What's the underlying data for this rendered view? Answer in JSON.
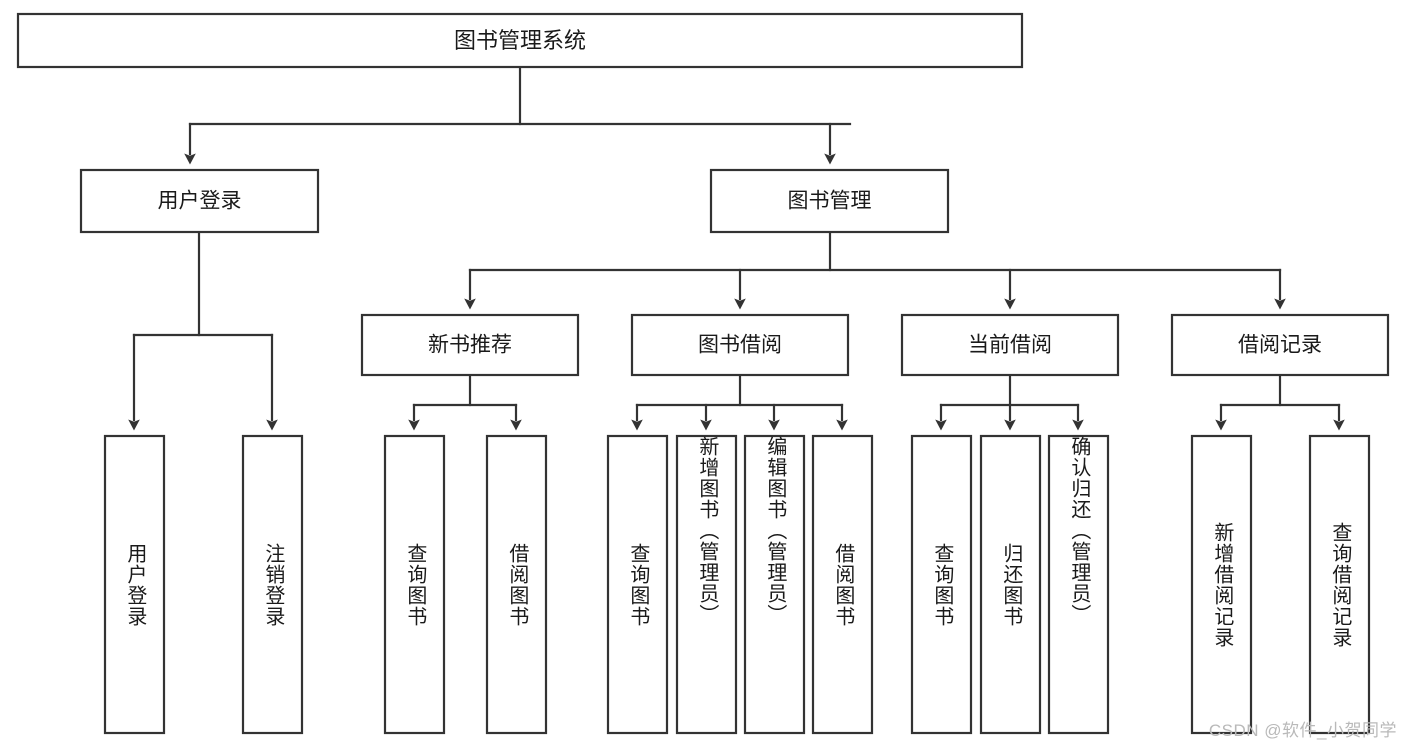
{
  "diagram": {
    "title": "图书管理系统",
    "type": "tree-hierarchy-chart",
    "watermark": "CSDN @软件_小贺同学",
    "colors": {
      "stroke": "#333333",
      "fill": "#ffffff",
      "text": "#1a1a1a",
      "watermark": "#b9b9b9"
    },
    "root": {
      "label": "图书管理系统"
    },
    "level2": [
      {
        "label": "用户登录"
      },
      {
        "label": "图书管理"
      }
    ],
    "level3": [
      {
        "label": "新书推荐"
      },
      {
        "label": "图书借阅"
      },
      {
        "label": "当前借阅"
      },
      {
        "label": "借阅记录"
      }
    ],
    "leaves": {
      "user_login": [
        {
          "label": "用户登录"
        },
        {
          "label": "注销登录"
        }
      ],
      "new_book_recommend": [
        {
          "label": "查询图书"
        },
        {
          "label": "借阅图书"
        }
      ],
      "book_borrow": [
        {
          "label": "查询图书"
        },
        {
          "label": "新增图书（管理员）"
        },
        {
          "label": "编辑图书（管理员）"
        },
        {
          "label": "借阅图书"
        }
      ],
      "current_borrow": [
        {
          "label": "查询图书"
        },
        {
          "label": "归还图书"
        },
        {
          "label": "确认归还（管理员）"
        }
      ],
      "borrow_record": [
        {
          "label": "新增借阅记录"
        },
        {
          "label": "查询借阅记录"
        }
      ]
    }
  }
}
